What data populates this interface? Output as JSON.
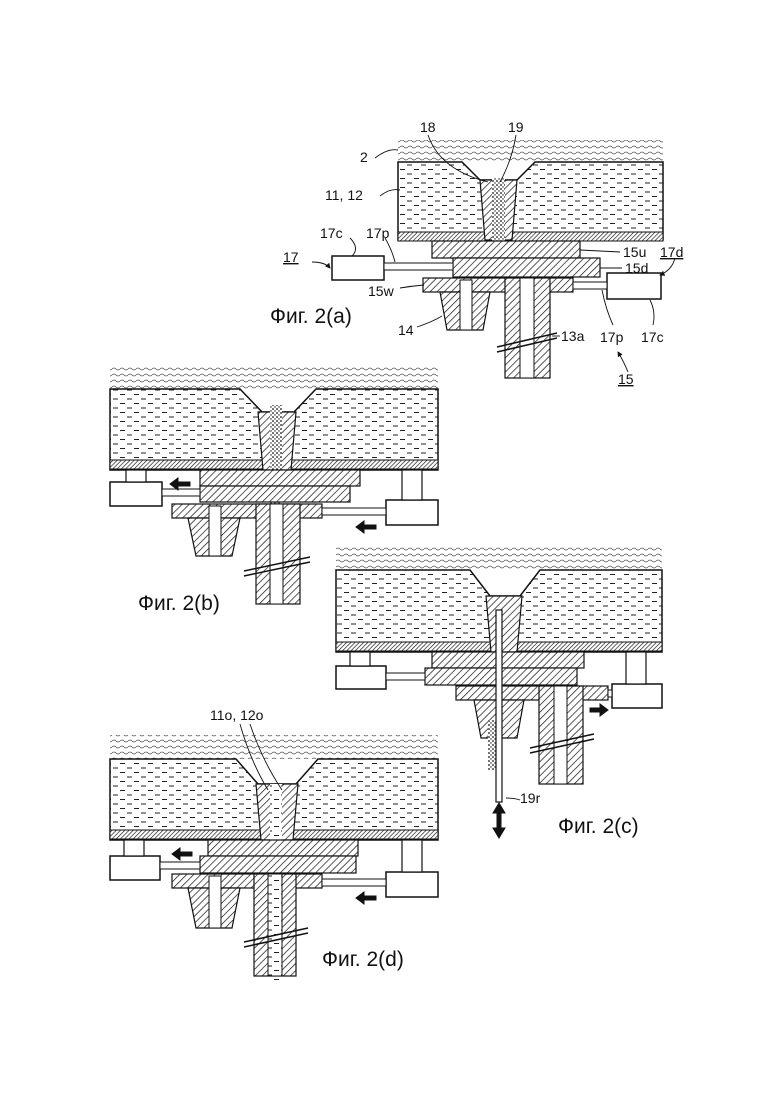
{
  "figures": {
    "a": {
      "caption": "Фиг. 2(a)",
      "labels": {
        "l18": "18",
        "l19": "19",
        "l2": "2",
        "l11_12": "11, 12",
        "l17c_left": "17c",
        "l17p_left": "17p",
        "l15u": "15u",
        "l17d": "17d",
        "l17": "17",
        "l15d": "15d",
        "l15w": "15w",
        "l14": "14",
        "l13a": "13a",
        "l17p_right": "17p",
        "l17c_right": "17c",
        "l15": "15"
      }
    },
    "b": {
      "caption": "Фиг. 2(b)"
    },
    "c": {
      "caption": "Фиг. 2(c)",
      "labels": {
        "l19r": "19r"
      }
    },
    "d": {
      "caption": "Фиг. 2(d)",
      "labels": {
        "l11o_12o": "11o, 12o"
      }
    }
  }
}
